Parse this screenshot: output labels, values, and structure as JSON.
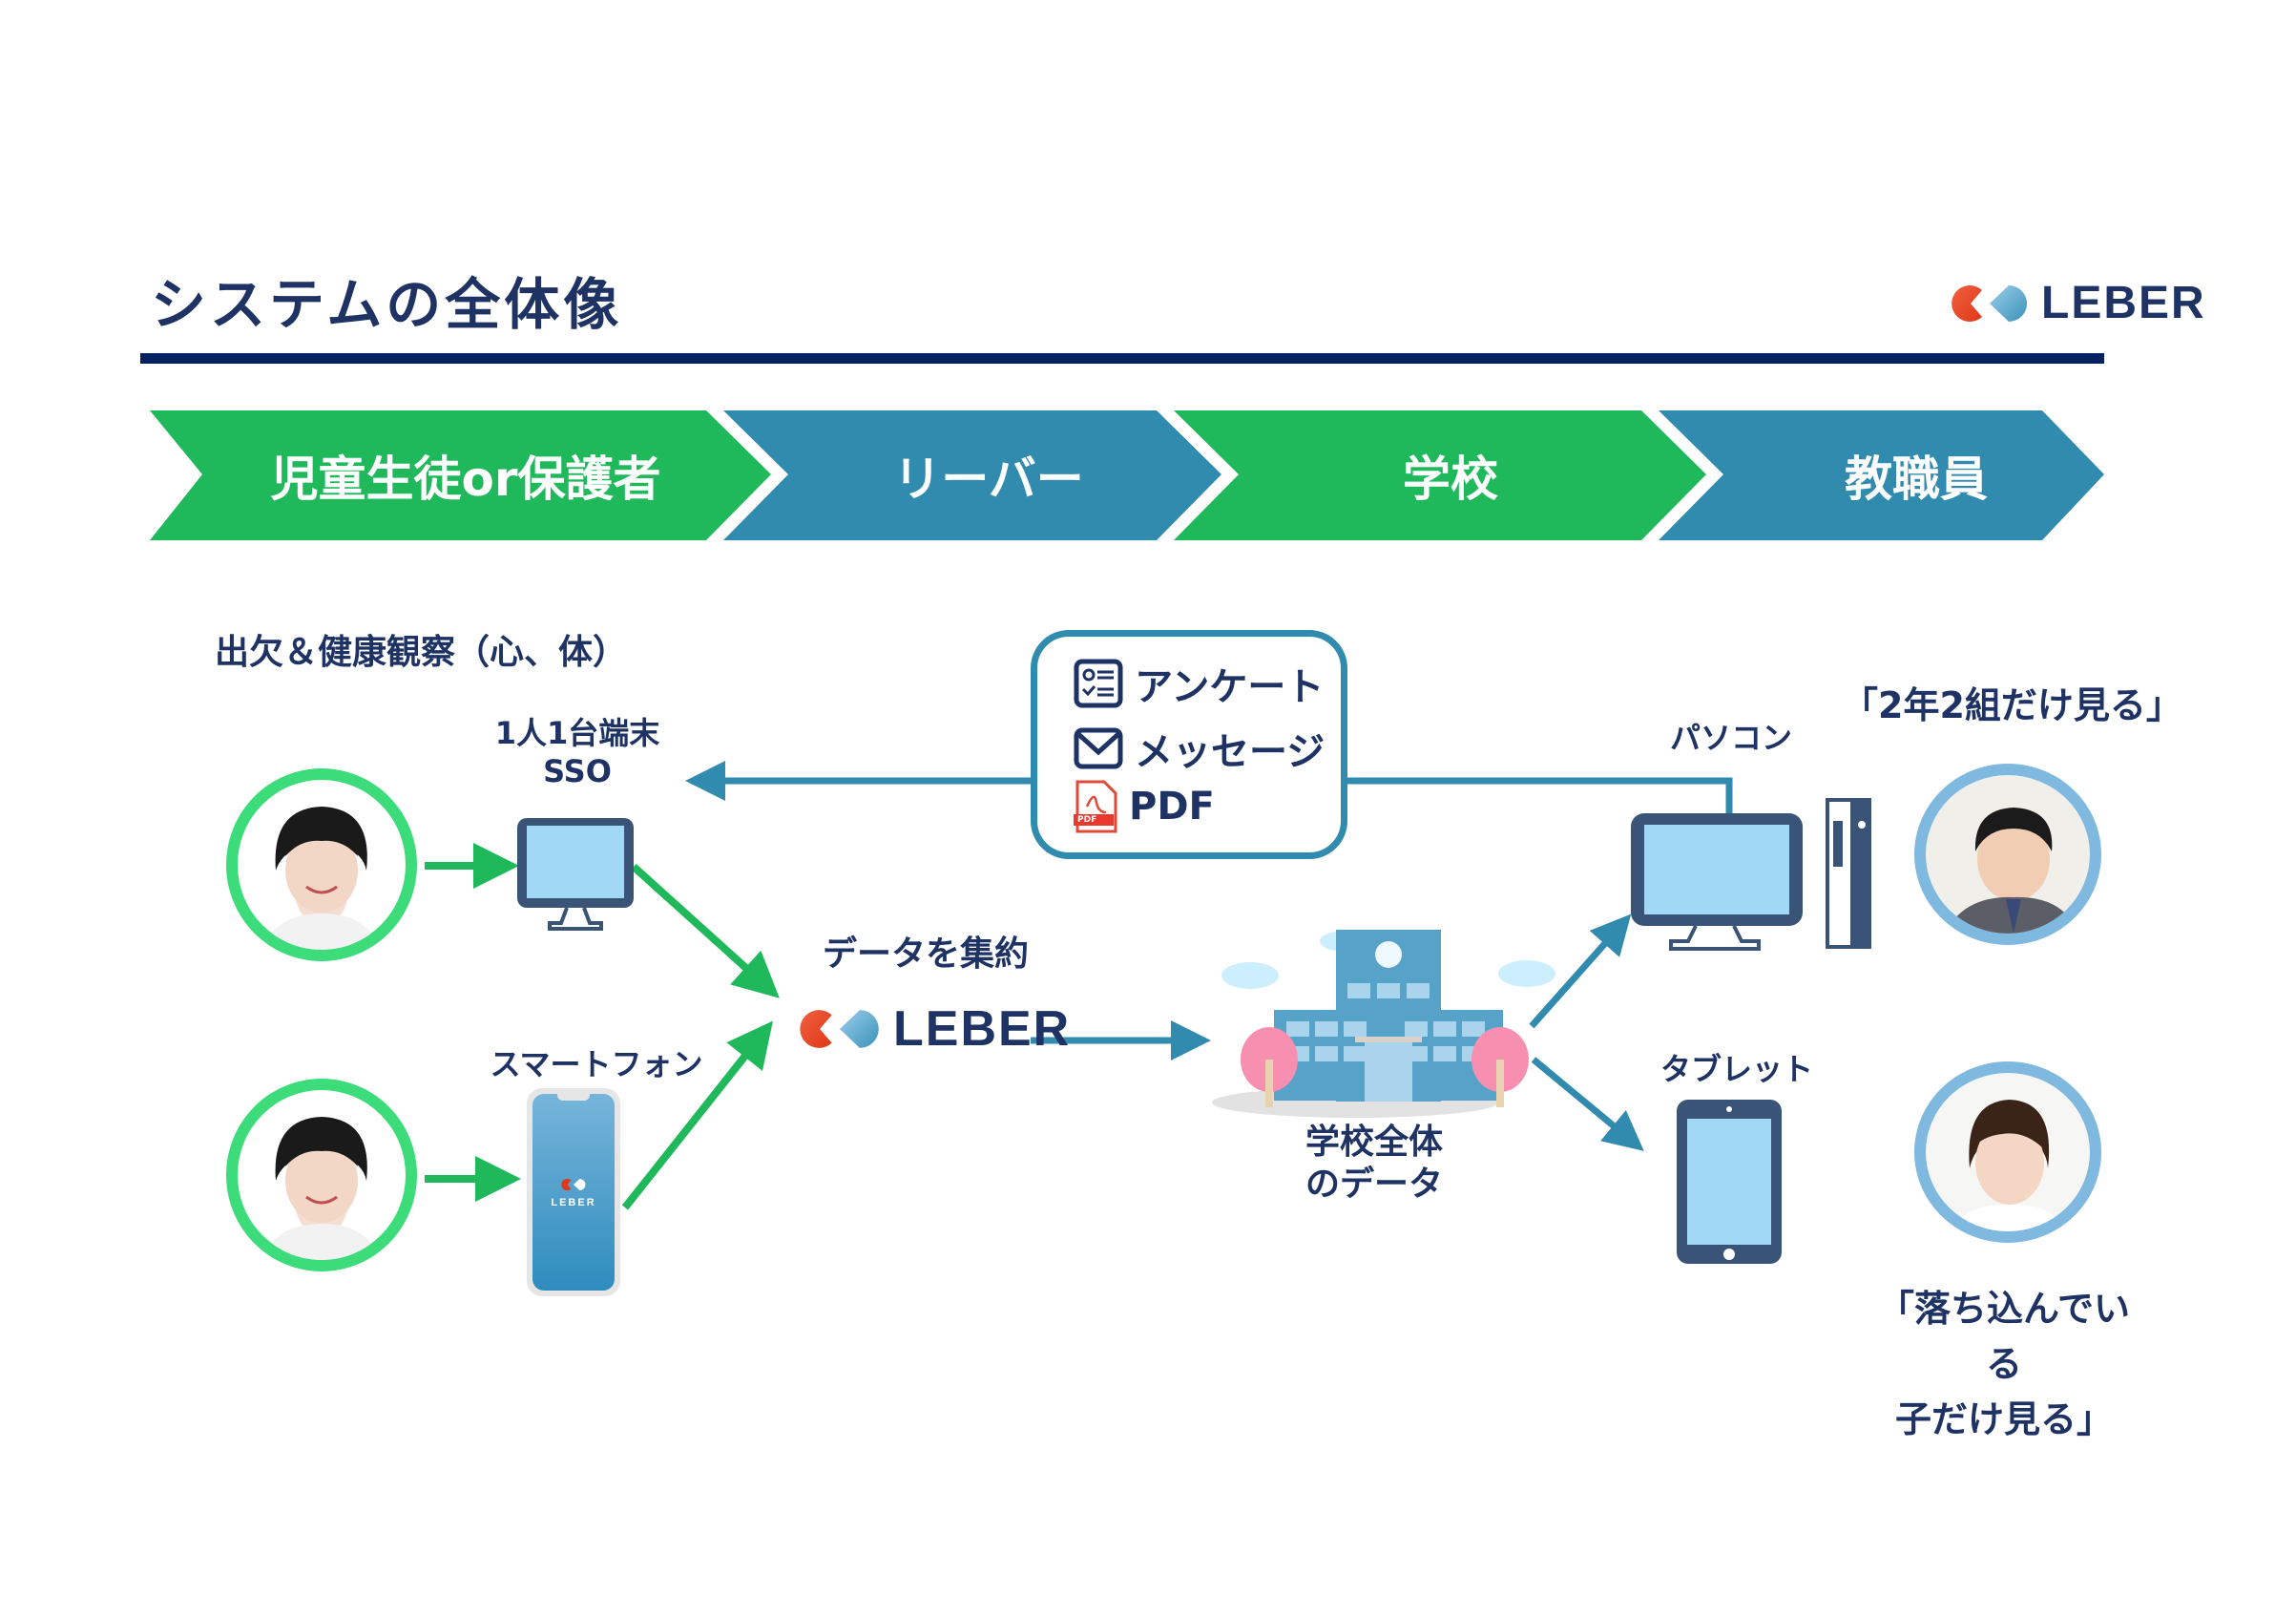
{
  "header": {
    "title": "システムの全体像",
    "brand": "LEBER"
  },
  "flow_stages": [
    {
      "label": "児童生徒or保護者",
      "color": "#1fb85a"
    },
    {
      "label": "リーバー",
      "color": "#318bae"
    },
    {
      "label": "学校",
      "color": "#1fb85a"
    },
    {
      "label": "教職員",
      "color": "#318bae"
    }
  ],
  "students": {
    "heading": "出欠＆健康観察（心、体）",
    "devices": [
      {
        "label_line1": "1人1台端末",
        "label_line2": "SSO",
        "icon": "desktop-monitor-icon"
      },
      {
        "label_line1": "スマートフォン",
        "icon": "smartphone-icon",
        "screen_brand": "LEBER"
      }
    ]
  },
  "center": {
    "label": "データを集約",
    "brand": "LEBER"
  },
  "infobox": {
    "items": [
      {
        "label": "アンケート",
        "icon": "survey-checklist-icon"
      },
      {
        "label": "メッセージ",
        "icon": "envelope-icon"
      },
      {
        "label": "PDF",
        "icon": "pdf-file-icon",
        "badge": "PDF"
      }
    ]
  },
  "school": {
    "label_line1": "学校全体",
    "label_line2": "のデータ"
  },
  "staff": {
    "devices": [
      {
        "label": "パソコン",
        "icon": "desktop-pc-icon"
      },
      {
        "label": "タブレット",
        "icon": "tablet-icon"
      }
    ],
    "quotes": [
      {
        "text": "「2年2組だけ見る」"
      },
      {
        "line1": "「落ち込んでいる",
        "line2": "子だけ見る」"
      }
    ]
  },
  "colors": {
    "navy": "#1e3264",
    "green": "#1fb85a",
    "teal": "#318bae",
    "student_ring": "#3ddc7a",
    "staff_ring": "#7fb9e0",
    "device_dark": "#3a5478",
    "device_screen": "#a0d8f5"
  }
}
